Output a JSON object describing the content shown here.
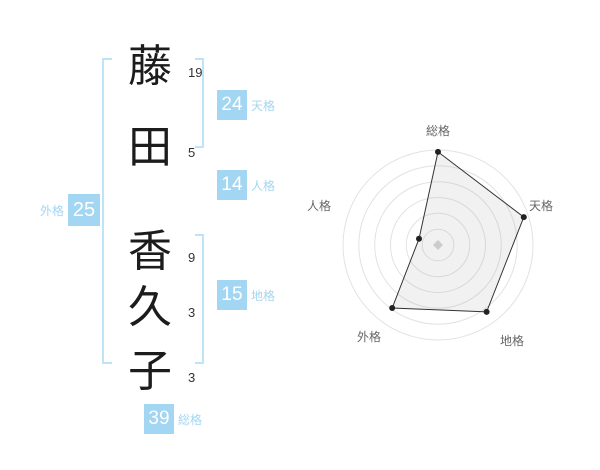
{
  "colors": {
    "accent_blue": "#a3d6f2",
    "bracket_blue": "#bfe3f7",
    "name_text": "#1c1c1c",
    "stroke_text": "#333333",
    "ring": "#e2e2e2",
    "polygon_line": "#333333",
    "polygon_fill": "rgba(170,170,170,0.16)",
    "axis_label": "#666666",
    "center_marker": "#cccccc",
    "vertex_dot": "#222222"
  },
  "name_analysis": {
    "chars": [
      {
        "char": "藤",
        "strokes": "19"
      },
      {
        "char": "田",
        "strokes": "5"
      },
      {
        "char": "香",
        "strokes": "9"
      },
      {
        "char": "久",
        "strokes": "3"
      },
      {
        "char": "子",
        "strokes": "3"
      }
    ],
    "kaku": {
      "tenkaku": {
        "label": "天格",
        "value": "24"
      },
      "jinkaku": {
        "label": "人格",
        "value": "14"
      },
      "chikaku": {
        "label": "地格",
        "value": "15"
      },
      "gaikaku": {
        "label": "外格",
        "value": "25"
      },
      "soukaku": {
        "label": "総格",
        "value": "39"
      }
    }
  },
  "chart_data": {
    "type": "radar",
    "axes": [
      "総格",
      "天格",
      "地格",
      "外格",
      "人格"
    ],
    "axis_numbers": {
      "総格": 39,
      "天格": 24,
      "地格": 15,
      "外格": 25,
      "人格": 14
    },
    "values_pct_of_radius": [
      98,
      95,
      87,
      82,
      21
    ],
    "max": 100,
    "rings": 6,
    "legend": "none",
    "grid": "concentric-circles"
  }
}
